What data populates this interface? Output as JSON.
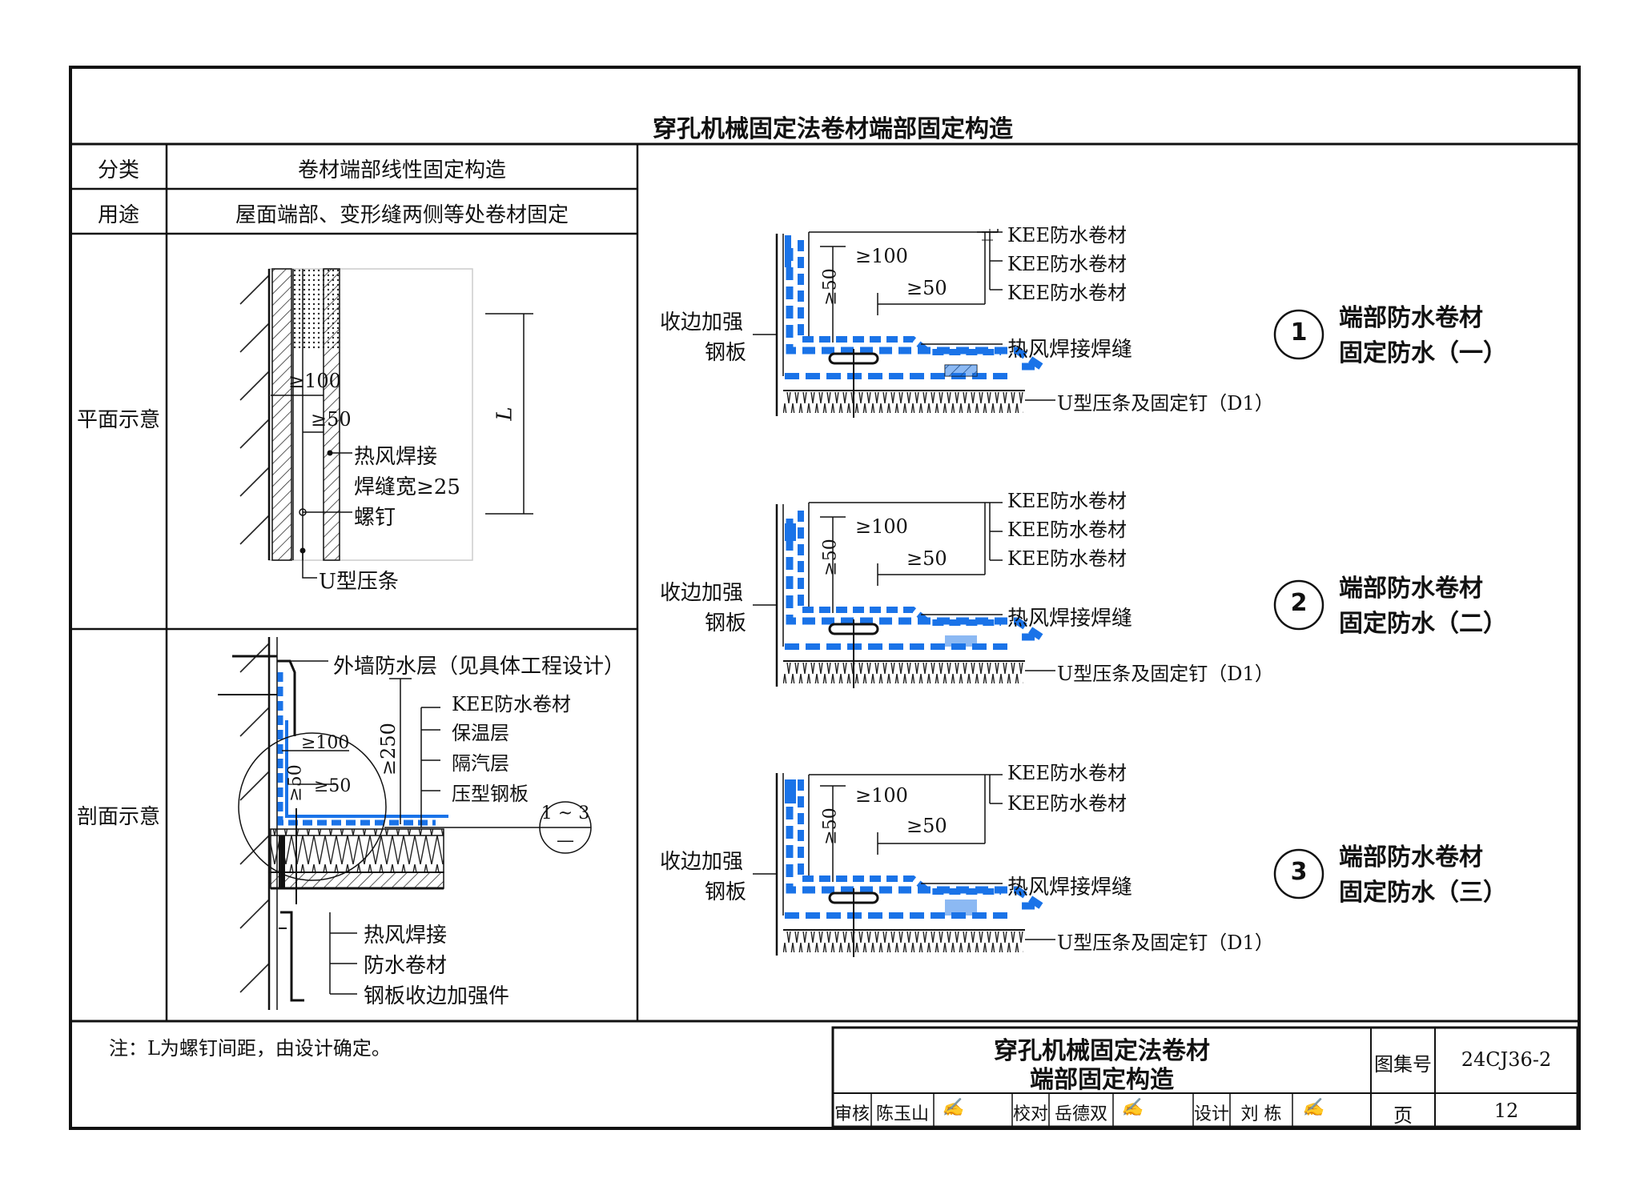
{
  "sheet": {
    "main_title": "穿孔机械固定法卷材端部固定构造",
    "table": {
      "label_category": "分类",
      "value_category": "卷材端部线性固定构造",
      "label_use": "用途",
      "value_use": "屋面端部、变形缝两侧等处卷材固定",
      "label_plan": "平面示意",
      "label_section": "剖面示意"
    },
    "plan_annotations": {
      "dim_100": "≥100",
      "dim_50": "≥50",
      "weld_1": "热风焊接",
      "weld_2": "焊缝宽≥25",
      "screw": "螺钉",
      "u_strip": "U型压条",
      "dim_L": "L"
    },
    "section_annotations": {
      "wall_waterproof": "外墙防水层（见具体工程设计）",
      "kee": "KEE防水卷材",
      "insulation": "保温层",
      "vapor": "隔汽层",
      "steel_deck": "压型钢板",
      "dim_250": "≥250",
      "dim_100": "≥100",
      "dim_50a": "≥50",
      "dim_50b": "≥50",
      "ref_top": "1 ~ 3",
      "ref_bottom": "—",
      "weld": "热风焊接",
      "membrane": "防水卷材",
      "edge_reinforce": "钢板收边加强件"
    },
    "details": [
      {
        "num": "1",
        "name_line1": "端部防水卷材",
        "name_line2": "固定防水（一）",
        "labels": [
          "KEE防水卷材",
          "KEE防水卷材",
          "KEE防水卷材"
        ],
        "edge_label_1": "收边加强",
        "edge_label_2": "钢板",
        "dim_100": "≥100",
        "dim_50": "≥50",
        "dim_50v": "≥50",
        "weld": "热风焊接焊缝",
        "fastener": "U型压条及固定钉（D1）"
      },
      {
        "num": "2",
        "name_line1": "端部防水卷材",
        "name_line2": "固定防水（二）",
        "labels": [
          "KEE防水卷材",
          "KEE防水卷材",
          "KEE防水卷材"
        ],
        "edge_label_1": "收边加强",
        "edge_label_2": "钢板",
        "dim_100": "≥100",
        "dim_50": "≥50",
        "dim_50v": "≥50",
        "weld": "热风焊接焊缝",
        "fastener": "U型压条及固定钉（D1）"
      },
      {
        "num": "3",
        "name_line1": "端部防水卷材",
        "name_line2": "固定防水（三）",
        "labels": [
          "KEE防水卷材",
          "KEE防水卷材"
        ],
        "edge_label_1": "收边加强",
        "edge_label_2": "钢板",
        "dim_100": "≥100",
        "dim_50": "≥50",
        "dim_50v": "≥50",
        "weld": "热风焊接焊缝",
        "fastener": "U型压条及固定钉（D1）"
      }
    ],
    "note": "注：L为螺钉间距，由设计确定。",
    "title_block": {
      "title_line1": "穿孔机械固定法卷材",
      "title_line2": "端部固定构造",
      "atlas_label": "图集号",
      "atlas_no": "24CJ36-2",
      "review_label": "审核",
      "reviewer": "陈玉山",
      "check_label": "校对",
      "checker": "岳德双",
      "design_label": "设计",
      "designer": "刘 栋",
      "page_label": "页",
      "page_no": "12"
    },
    "colors": {
      "membrane_blue": "#1a73e8",
      "line": "#111111"
    }
  }
}
